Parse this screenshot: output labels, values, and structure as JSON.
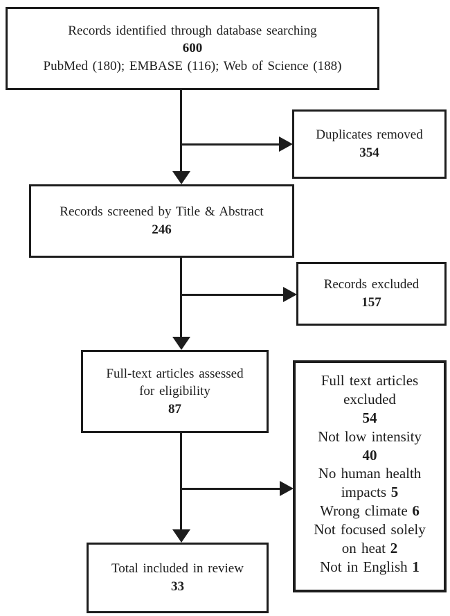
{
  "colors": {
    "ink": "#1d1d1d",
    "background": "#ffffff"
  },
  "boxes": {
    "identified": {
      "line1": "Records identified through database searching",
      "count": "600",
      "line2": "PubMed (180); EMBASE (116); Web of Science (188)"
    },
    "duplicates_removed": {
      "label": "Duplicates removed",
      "count": "354"
    },
    "screened": {
      "label": "Records screened by Title & Abstract",
      "count": "246"
    },
    "records_excluded": {
      "label": "Records excluded",
      "count": "157"
    },
    "fulltext_assessed": {
      "line1": "Full-text articles assessed",
      "line2": "for eligibility",
      "count": "87"
    },
    "fulltext_excluded": {
      "title_line1": "Full text articles",
      "title_line2": "excluded",
      "count": "54",
      "reasons": [
        {
          "label": "Not low intensity",
          "value": "40"
        },
        {
          "label_line1": "No human health",
          "label_line2": "impacts",
          "value": "5"
        },
        {
          "label": "Wrong climate",
          "value": "6"
        },
        {
          "label_line1": "Not focused solely",
          "label_line2": "on heat",
          "value": "2"
        },
        {
          "label": "Not in English",
          "value": "1"
        }
      ]
    },
    "total_included": {
      "label": "Total included in review",
      "count": "33"
    }
  }
}
